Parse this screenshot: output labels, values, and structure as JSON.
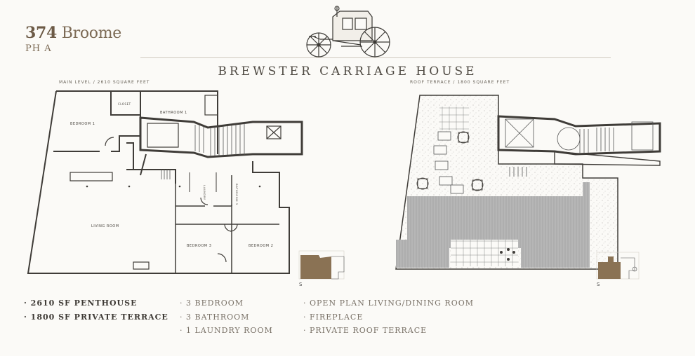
{
  "brand": {
    "number": "374",
    "name": "Broome",
    "unit": "PH A"
  },
  "title": "BREWSTER CARRIAGE HOUSE",
  "main_level": {
    "label": "MAIN LEVEL / 2610 SQUARE FEET",
    "rooms": {
      "bedroom1": "BEDROOM 1",
      "closet": "CLOSET",
      "bathroom1": "BATHROOM 1",
      "laundry": "LAUNDRY",
      "bathroom3": "BATHROOM 3",
      "living": "LIVING ROOM",
      "bedroom3": "BEDROOM 3",
      "bedroom2": "BEDROOM 2"
    },
    "compass": "S"
  },
  "roof_terrace": {
    "label": "ROOF TERRACE / 1800 SQUARE FEET",
    "compass": "S"
  },
  "features": {
    "col1": [
      "· 2610 SF PENTHOUSE",
      "· 1800 SF PRIVATE TERRACE"
    ],
    "col2": [
      "· 3 BEDROOM",
      "· 3 BATHROOM",
      "· 1 LAUNDRY ROOM"
    ],
    "col3": [
      "· OPEN PLAN LIVING/DINING ROOM",
      "· FIREPLACE",
      "· PRIVATE ROOF TERRACE"
    ]
  },
  "colors": {
    "accent": "#7c6a55",
    "keyplan_fill": "#8a7254",
    "terrace_wood": "#b9b9b9"
  }
}
